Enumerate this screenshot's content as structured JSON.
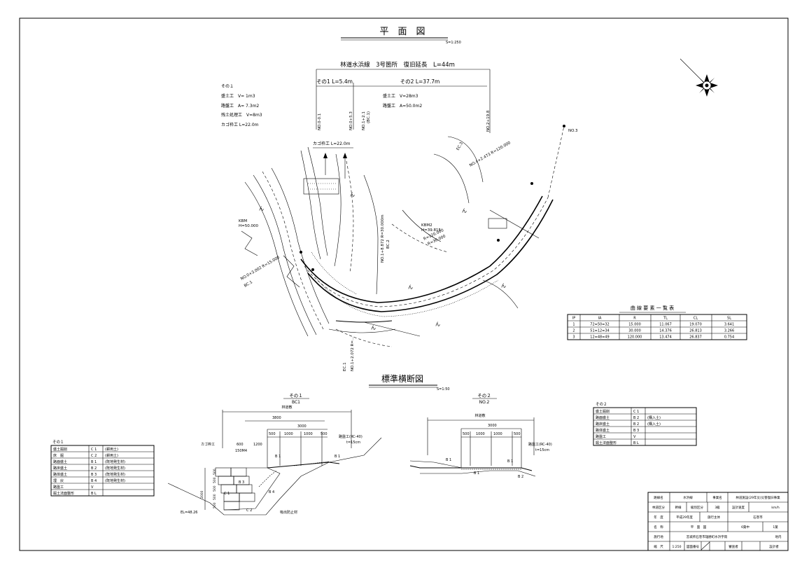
{
  "plan": {
    "title": "平　面　図",
    "scale": "S=1:250",
    "route_title": "林道水浜線　3号箇所　復旧延長　L=44m",
    "part1_len": "その1 L=5.4m",
    "part2_len": "その2 L=37.7m",
    "part1_notes": [
      "その１",
      "盛土工　V= 1m3",
      "路盤工　A= 7.3m2",
      "残土処理工　V=8m3",
      "カゴ枠工 L=22.0m"
    ],
    "part2_notes": [
      "盛土工　V=28m3",
      "路盤工　A=50.0m2"
    ],
    "gabion_label": "カゴ枠工 L=22.0m",
    "stations": [
      "NO.0-0.1",
      "NO.0+5.3",
      "NO.1+2.1",
      "(BC.1)",
      "NO.2+19.8",
      "NO.3",
      "NO.1+8.872 R=30.000m",
      "BC.2",
      "NO.0+3.002 R=15.000",
      "BC.1",
      "EC.1",
      "NO.1+2.072 R=...",
      "EC.3",
      "NO.4+2.473 R=120.000",
      "KBM",
      "H=50.000",
      "KBM2",
      "H=39.815",
      "R=120.000",
      "R=30.000"
    ]
  },
  "curve_table": {
    "title": "曲 線 要 素 一 覧 表",
    "headers": [
      "IP",
      "IA",
      "R",
      "TL",
      "CL",
      "SL"
    ],
    "rows": [
      [
        "1",
        "72=50=32",
        "15.000",
        "11.067",
        "19.070",
        "3.641"
      ],
      [
        "2",
        "51=12=34",
        "30.000",
        "14.376",
        "26.813",
        "3.266"
      ],
      [
        "3",
        "12=48=49",
        "120.000",
        "13.474",
        "26.837",
        "0.754"
      ]
    ]
  },
  "section": {
    "title": "標準横断図",
    "scale": "S=1:50",
    "sec1_title": "その１",
    "sec1_station": "BC1",
    "sec2_title": "その２",
    "sec2_station": "NO.2",
    "road_width": "林道敷",
    "dims_sec1": [
      "3800",
      "3000",
      "500",
      "1000",
      "1000",
      "500",
      "600",
      "1200",
      "150M4",
      "500",
      "500",
      "500",
      "500",
      "2000",
      "500"
    ],
    "dims_sec2": [
      "3000",
      "500",
      "1000",
      "1000",
      "500"
    ],
    "labels_sec1": [
      "カゴ枠工",
      "路盤工(RC-40)",
      "t=15cm",
      "B 1",
      "B 1",
      "C 1",
      "C 2",
      "B 3",
      "B 4",
      "EL=48.26",
      "吸出防止材"
    ],
    "labels_sec2": [
      "路盤工(RC-40)",
      "t=15cm",
      "B 1",
      "B 1",
      "B 1",
      "B 2"
    ]
  },
  "legend1": {
    "title": "その１",
    "rows": [
      [
        "盛土掘削",
        "C 1",
        "(耕用土)"
      ],
      [
        "床　掘",
        "C 2",
        "(耕用土)"
      ],
      [
        "路面盛土",
        "B 1",
        "(既地発生材)"
      ],
      [
        "路床盛土",
        "B 2",
        "(既地発生材)"
      ],
      [
        "路体盛土",
        "B 3",
        "(既地発生材)"
      ],
      [
        "埋　戻",
        "B 4",
        "(既地発生材)"
      ],
      [
        "路盤工",
        "V",
        ""
      ],
      [
        "掘土法面整形",
        "B L",
        ""
      ]
    ]
  },
  "legend2": {
    "title": "その２",
    "rows": [
      [
        "盛土掘削",
        "C 1",
        ""
      ],
      [
        "路面盛土",
        "B 2",
        "(購入土)"
      ],
      [
        "路床盛土",
        "B 2",
        "(購入土)"
      ],
      [
        "路体盛土",
        "B 3",
        ""
      ],
      [
        "路盤工",
        "V",
        ""
      ],
      [
        "掘土法面整形",
        "B L",
        ""
      ]
    ]
  },
  "title_block": {
    "rows": [
      [
        "路線名",
        "水浜線",
        "事業名",
        "林道施設(29年災)災害復旧事業"
      ],
      [
        "林道区分",
        "幹線",
        "級別区分",
        "3級",
        "設計速度",
        "km/h"
      ],
      [
        "年　度",
        "平成29年度",
        "施行主体",
        "石巻市"
      ],
      [
        "名　称",
        "平　面　図",
        "6葉中",
        "1葉"
      ],
      [
        "施行地",
        "宮城県石巻市雄勝町水浜字雨",
        "地内"
      ],
      [
        "縮　尺",
        "1:250",
        "図面番号",
        "審査者",
        "設計者"
      ]
    ]
  }
}
